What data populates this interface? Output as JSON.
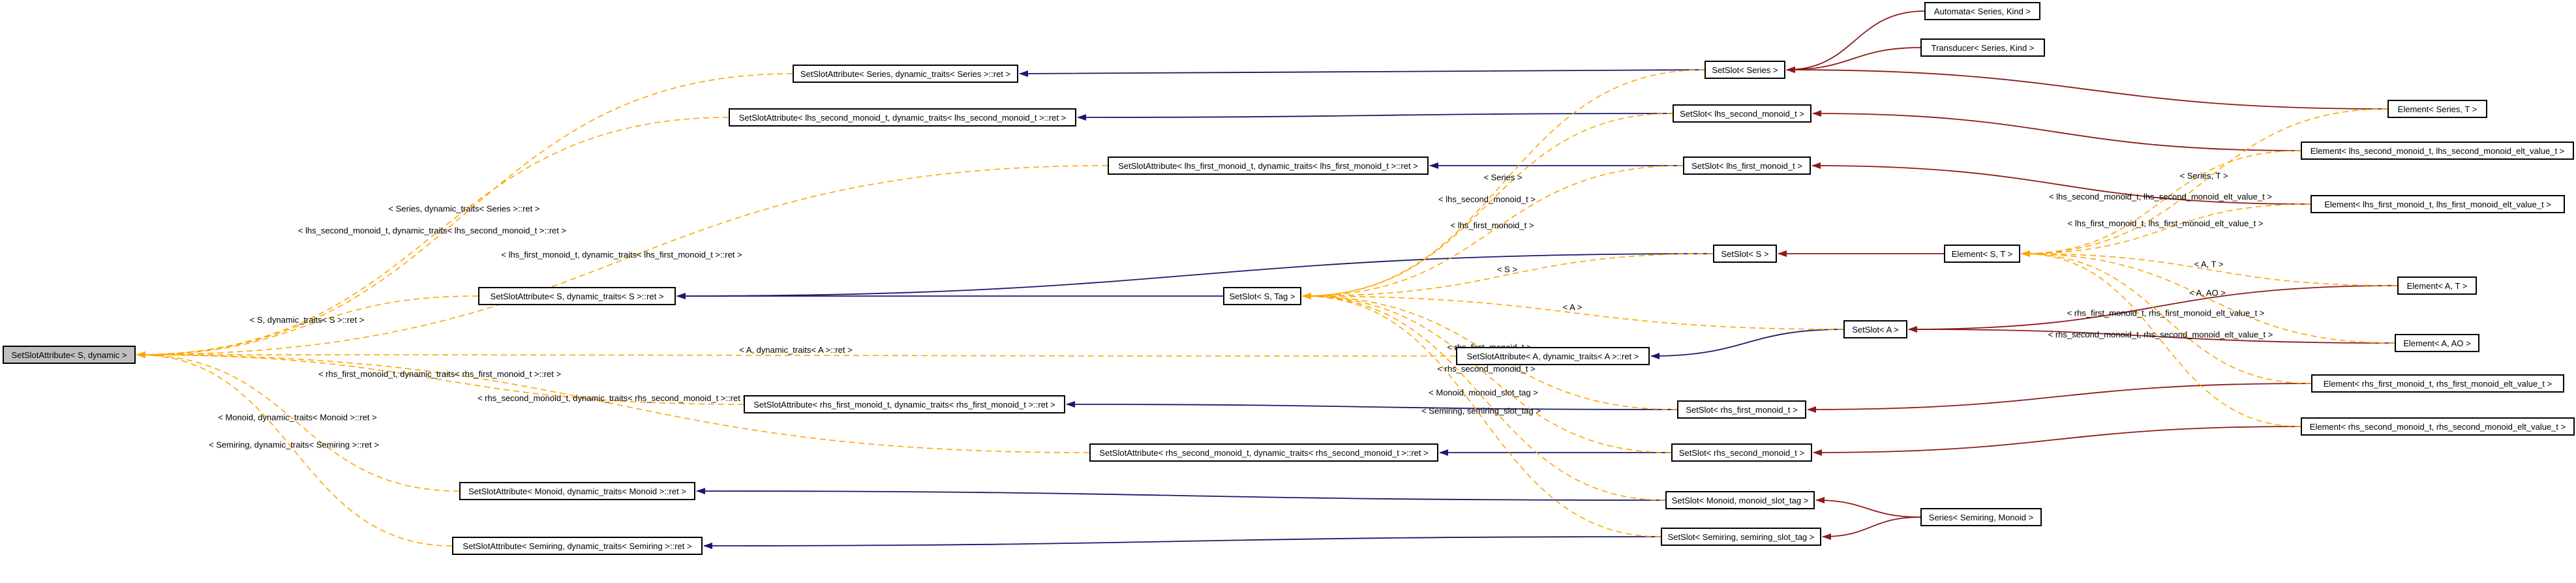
{
  "nodes": [
    {
      "id": "root",
      "label": "SetSlotAttribute< S, dynamic >",
      "kind": "root"
    },
    {
      "id": "a_series",
      "label": "SetSlotAttribute< Series, dynamic_traits< Series >::ret >"
    },
    {
      "id": "a_lhs2",
      "label": "SetSlotAttribute< lhs_second_monoid_t, dynamic_traits< lhs_second_monoid_t >::ret >"
    },
    {
      "id": "a_lhs1",
      "label": "SetSlotAttribute< lhs_first_monoid_t, dynamic_traits< lhs_first_monoid_t >::ret >"
    },
    {
      "id": "a_s",
      "label": "SetSlotAttribute< S, dynamic_traits< S >::ret >"
    },
    {
      "id": "a_a",
      "label": "SetSlotAttribute< A, dynamic_traits< A >::ret >"
    },
    {
      "id": "a_rhs1",
      "label": "SetSlotAttribute< rhs_first_monoid_t, dynamic_traits< rhs_first_monoid_t >::ret >"
    },
    {
      "id": "a_rhs2",
      "label": "SetSlotAttribute< rhs_second_monoid_t, dynamic_traits< rhs_second_monoid_t >::ret >"
    },
    {
      "id": "a_monoid",
      "label": "SetSlotAttribute< Monoid, dynamic_traits< Monoid >::ret >"
    },
    {
      "id": "a_semiring",
      "label": "SetSlotAttribute< Semiring, dynamic_traits< Semiring >::ret >"
    },
    {
      "id": "s_stag",
      "label": "SetSlot< S, Tag >"
    },
    {
      "id": "s_series",
      "label": "SetSlot< Series >"
    },
    {
      "id": "s_lhs2",
      "label": "SetSlot< lhs_second_monoid_t >"
    },
    {
      "id": "s_lhs1",
      "label": "SetSlot< lhs_first_monoid_t >"
    },
    {
      "id": "s_s",
      "label": "SetSlot< S >"
    },
    {
      "id": "s_a",
      "label": "SetSlot< A >"
    },
    {
      "id": "s_rhs1",
      "label": "SetSlot< rhs_first_monoid_t >"
    },
    {
      "id": "s_rhs2",
      "label": "SetSlot< rhs_second_monoid_t >"
    },
    {
      "id": "s_monoid",
      "label": "SetSlot< Monoid, monoid_slot_tag >"
    },
    {
      "id": "s_semiring",
      "label": "SetSlot< Semiring, semiring_slot_tag >"
    },
    {
      "id": "automaton",
      "label": "Automata< Series, Kind >"
    },
    {
      "id": "transducer",
      "label": "Transducer< Series, Kind >"
    },
    {
      "id": "e_series",
      "label": "Element< Series, T >"
    },
    {
      "id": "e_lhs2",
      "label": "Element< lhs_second_monoid_t, lhs_second_monoid_elt_value_t >"
    },
    {
      "id": "e_lhs1",
      "label": "Element< lhs_first_monoid_t, lhs_first_monoid_elt_value_t >"
    },
    {
      "id": "e_st",
      "label": "Element< S, T >"
    },
    {
      "id": "e_at",
      "label": "Element< A, T >"
    },
    {
      "id": "e_aao",
      "label": "Element< A, AO >"
    },
    {
      "id": "e_rhs1",
      "label": "Element< rhs_first_monoid_t, rhs_first_monoid_elt_value_t >"
    },
    {
      "id": "e_rhs2",
      "label": "Element< rhs_second_monoid_t, rhs_second_monoid_elt_value_t >"
    },
    {
      "id": "series_sm",
      "label": "Series< Semiring, Monoid >"
    }
  ],
  "edges": [
    {
      "from": "a_series",
      "to": "root",
      "style": "template",
      "label": "< Series, dynamic_traits< Series >::ret >"
    },
    {
      "from": "a_lhs2",
      "to": "root",
      "style": "template",
      "label": "< lhs_second_monoid_t, dynamic_traits< lhs_second_monoid_t >::ret >"
    },
    {
      "from": "a_lhs1",
      "to": "root",
      "style": "template",
      "label": "< lhs_first_monoid_t, dynamic_traits< lhs_first_monoid_t >::ret >"
    },
    {
      "from": "a_s",
      "to": "root",
      "style": "template",
      "label": "< S, dynamic_traits< S >::ret >"
    },
    {
      "from": "a_a",
      "to": "root",
      "style": "template",
      "label": "< A, dynamic_traits< A >::ret >"
    },
    {
      "from": "a_rhs1",
      "to": "root",
      "style": "template",
      "label": "< rhs_first_monoid_t, dynamic_traits< rhs_first_monoid_t >::ret >"
    },
    {
      "from": "a_rhs2",
      "to": "root",
      "style": "template",
      "label": "< rhs_second_monoid_t, dynamic_traits< rhs_second_monoid_t >::ret >"
    },
    {
      "from": "a_monoid",
      "to": "root",
      "style": "template",
      "label": "< Monoid, dynamic_traits< Monoid >::ret >"
    },
    {
      "from": "a_semiring",
      "to": "root",
      "style": "template",
      "label": "< Semiring, dynamic_traits< Semiring >::ret >"
    },
    {
      "from": "s_stag",
      "to": "a_s",
      "style": "inherit",
      "label": ""
    },
    {
      "from": "s_series",
      "to": "a_series",
      "style": "inherit",
      "label": ""
    },
    {
      "from": "s_lhs2",
      "to": "a_lhs2",
      "style": "inherit",
      "label": ""
    },
    {
      "from": "s_lhs1",
      "to": "a_lhs1",
      "style": "inherit",
      "label": ""
    },
    {
      "from": "s_s",
      "to": "a_s",
      "style": "inherit",
      "label": ""
    },
    {
      "from": "s_a",
      "to": "a_a",
      "style": "inherit",
      "label": ""
    },
    {
      "from": "s_rhs1",
      "to": "a_rhs1",
      "style": "inherit",
      "label": ""
    },
    {
      "from": "s_rhs2",
      "to": "a_rhs2",
      "style": "inherit",
      "label": ""
    },
    {
      "from": "s_monoid",
      "to": "a_monoid",
      "style": "inherit",
      "label": ""
    },
    {
      "from": "s_semiring",
      "to": "a_semiring",
      "style": "inherit",
      "label": ""
    },
    {
      "from": "s_series",
      "to": "s_stag",
      "style": "template",
      "label": "< Series >"
    },
    {
      "from": "s_lhs2",
      "to": "s_stag",
      "style": "template",
      "label": "< lhs_second_monoid_t >"
    },
    {
      "from": "s_lhs1",
      "to": "s_stag",
      "style": "template",
      "label": "< lhs_first_monoid_t >"
    },
    {
      "from": "s_s",
      "to": "s_stag",
      "style": "template",
      "label": "< S >"
    },
    {
      "from": "s_a",
      "to": "s_stag",
      "style": "template",
      "label": "< A >"
    },
    {
      "from": "s_rhs1",
      "to": "s_stag",
      "style": "template",
      "label": "< rhs_first_monoid_t >"
    },
    {
      "from": "s_rhs2",
      "to": "s_stag",
      "style": "template",
      "label": "< rhs_second_monoid_t >"
    },
    {
      "from": "s_monoid",
      "to": "s_stag",
      "style": "template",
      "label": "< Monoid, monoid_slot_tag >"
    },
    {
      "from": "s_semiring",
      "to": "s_stag",
      "style": "template",
      "label": "< Semiring, semiring_slot_tag >"
    },
    {
      "from": "automaton",
      "to": "s_series",
      "style": "member",
      "label": ""
    },
    {
      "from": "transducer",
      "to": "s_series",
      "style": "member",
      "label": ""
    },
    {
      "from": "e_series",
      "to": "s_series",
      "style": "member",
      "label": ""
    },
    {
      "from": "e_lhs2",
      "to": "s_lhs2",
      "style": "member",
      "label": ""
    },
    {
      "from": "e_lhs1",
      "to": "s_lhs1",
      "style": "member",
      "label": ""
    },
    {
      "from": "e_st",
      "to": "s_s",
      "style": "member",
      "label": ""
    },
    {
      "from": "e_at",
      "to": "s_a",
      "style": "member",
      "label": ""
    },
    {
      "from": "e_aao",
      "to": "s_a",
      "style": "member",
      "label": ""
    },
    {
      "from": "e_rhs1",
      "to": "s_rhs1",
      "style": "member",
      "label": ""
    },
    {
      "from": "e_rhs2",
      "to": "s_rhs2",
      "style": "member",
      "label": ""
    },
    {
      "from": "series_sm",
      "to": "s_monoid",
      "style": "member",
      "label": ""
    },
    {
      "from": "series_sm",
      "to": "s_semiring",
      "style": "member",
      "label": ""
    },
    {
      "from": "e_series",
      "to": "e_st",
      "style": "template",
      "label": "< Series, T >"
    },
    {
      "from": "e_lhs2",
      "to": "e_st",
      "style": "template",
      "label": "< lhs_second_monoid_t, lhs_second_monoid_elt_value_t >"
    },
    {
      "from": "e_lhs1",
      "to": "e_st",
      "style": "template",
      "label": "< lhs_first_monoid_t, lhs_first_monoid_elt_value_t >"
    },
    {
      "from": "e_at",
      "to": "e_st",
      "style": "template",
      "label": "< A, T >"
    },
    {
      "from": "e_aao",
      "to": "e_st",
      "style": "template",
      "label": "< A, AO >"
    },
    {
      "from": "e_rhs1",
      "to": "e_st",
      "style": "template",
      "label": "< rhs_first_monoid_t, rhs_first_monoid_elt_value_t >"
    },
    {
      "from": "e_rhs2",
      "to": "e_st",
      "style": "template",
      "label": "< rhs_second_monoid_t, rhs_second_monoid_elt_value_t >"
    }
  ],
  "colors": {
    "inherit": "#191970",
    "member": "#8b1a1a",
    "template": "#ffa500",
    "root_fill": "#bfbfbf"
  }
}
